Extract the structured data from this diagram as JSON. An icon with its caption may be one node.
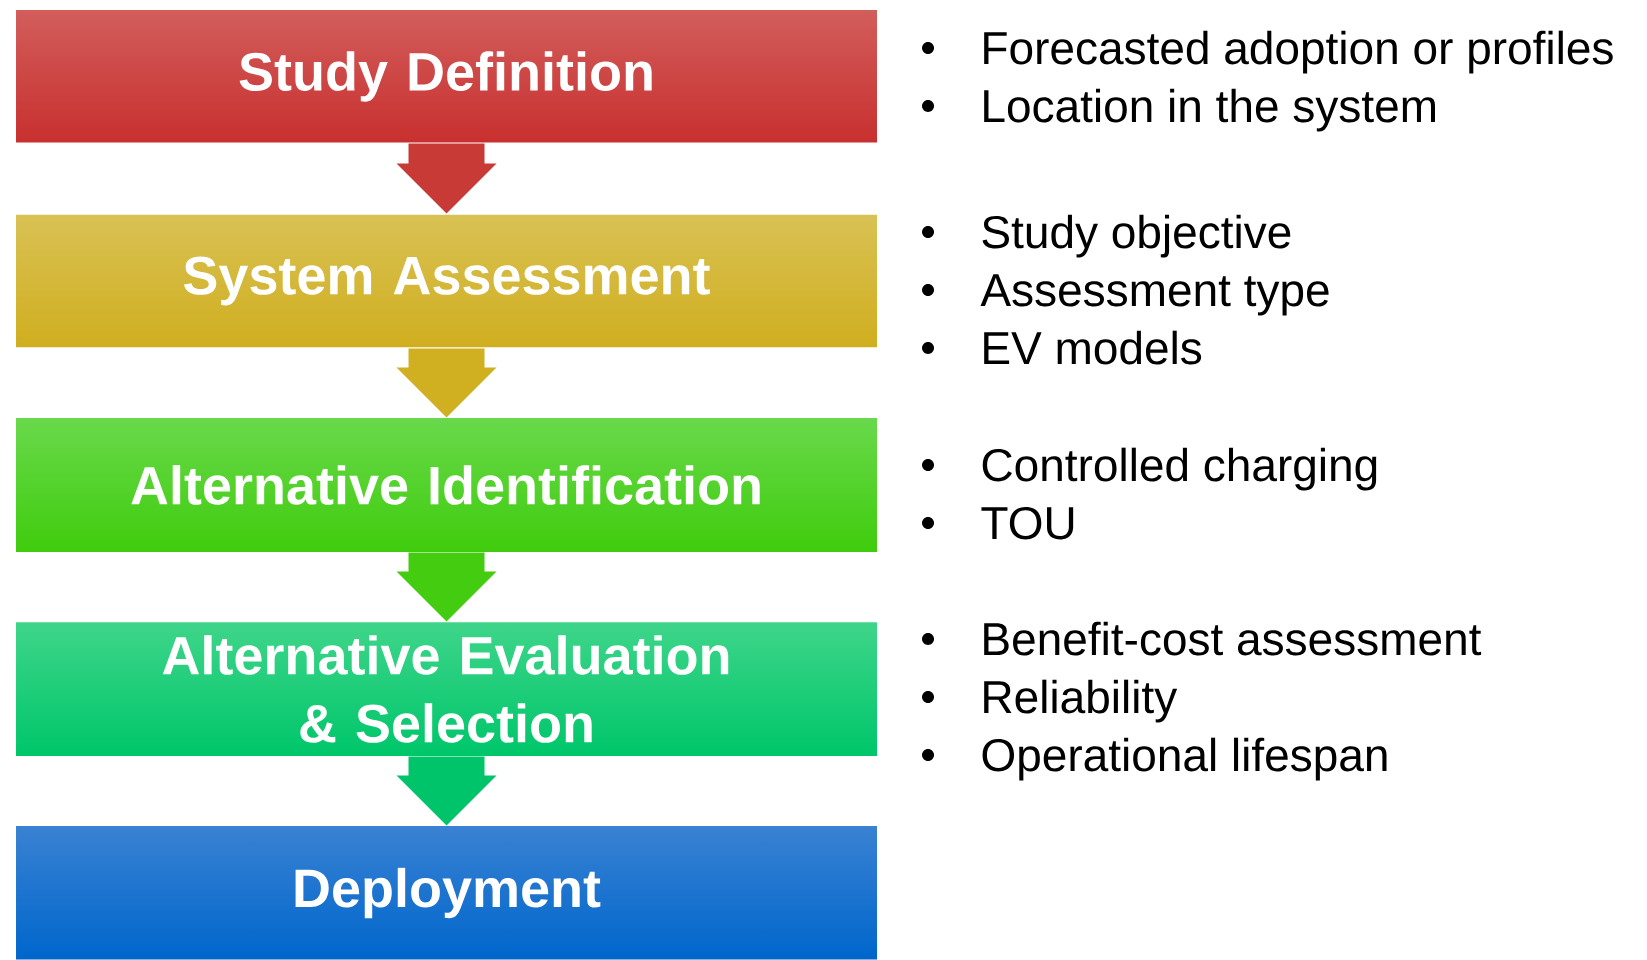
{
  "diagram": {
    "nodes": [
      {
        "text": [
          "Study Definition"
        ],
        "beside": [
          "Forecasted adoption or profiles",
          "Location in the system"
        ]
      },
      {
        "text": [
          "System Assessment"
        ],
        "beside": [
          "Study objective",
          "Assessment type",
          "EV models"
        ]
      },
      {
        "text": [
          "Alternative Identification"
        ],
        "beside": [
          "Controlled charging",
          "TOU"
        ]
      },
      {
        "text": [
          "Alternative Evaluation & Selection"
        ],
        "beside": [
          "Benefit-cost assessment",
          "Reliability",
          "Operational lifespan"
        ]
      },
      {
        "text": [
          "Deployment"
        ]
      }
    ],
    "edges": [
      {
        "from": 0,
        "to": 1,
        "arrow": "to",
        "color": "#c83a36"
      },
      {
        "from": 1,
        "to": 2,
        "arrow": "to",
        "color": "#d0b020"
      },
      {
        "from": 2,
        "to": 3,
        "arrow": "to",
        "color": "#44cc11"
      },
      {
        "from": 3,
        "to": 4,
        "arrow": "to",
        "color": "#00c46a"
      }
    ]
  }
}
